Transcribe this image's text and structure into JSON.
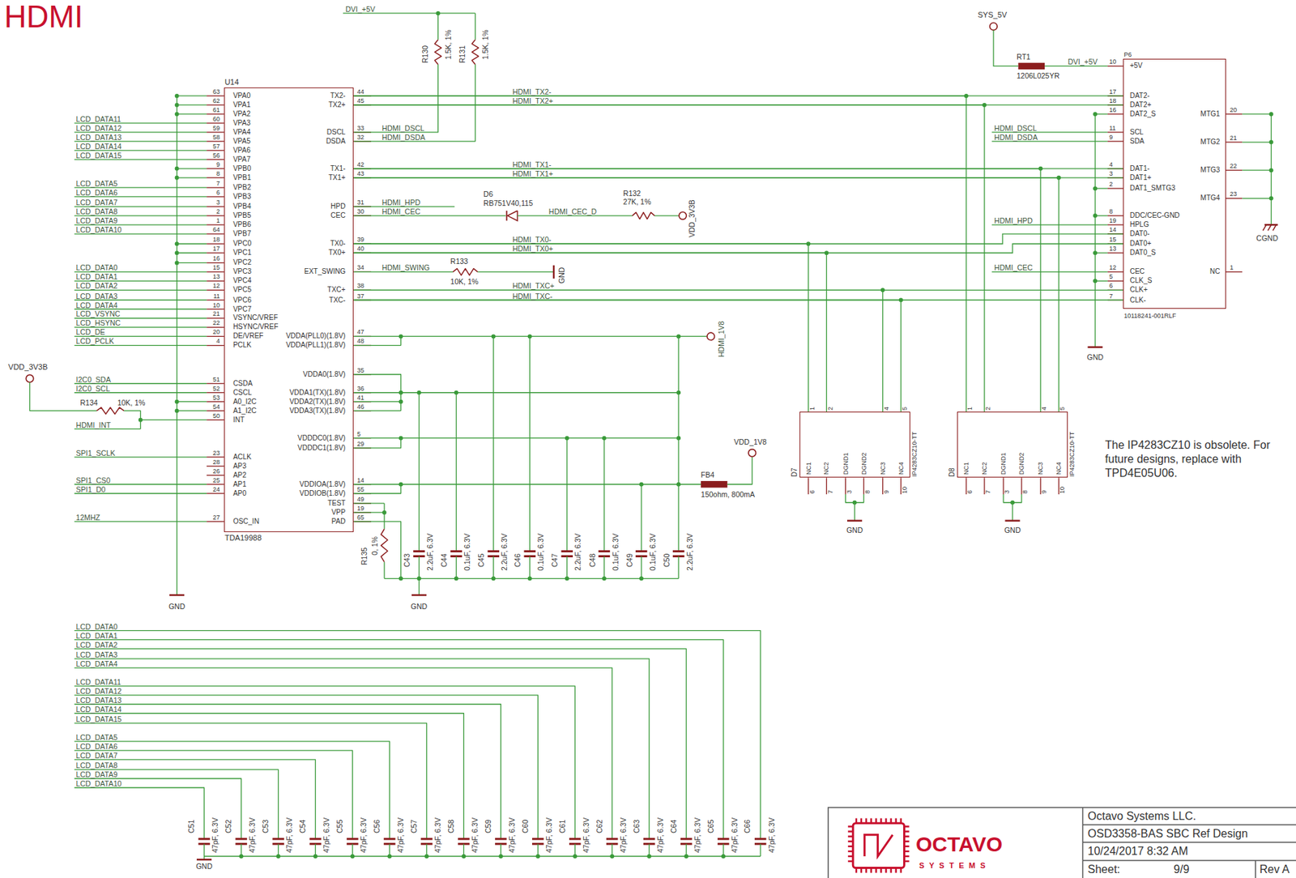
{
  "diagram": {
    "title": "HDMI",
    "nodes": [
      {
        "text": [
          "U14",
          "TDA19988"
        ]
      },
      {
        "text": [
          "P6",
          "10118241-001RLF"
        ]
      },
      {
        "text": [
          "D7",
          "IP4283CZ10-TT"
        ]
      },
      {
        "text": [
          "D8",
          "IP4283CZ10-TT"
        ]
      }
    ],
    "edges": [
      {
        "from": 0,
        "to": 1,
        "arrow": "none",
        "label": "HDMI_TX2-"
      },
      {
        "from": 0,
        "to": 1,
        "arrow": "none",
        "label": "HDMI_TX2+"
      },
      {
        "from": 0,
        "to": 1,
        "arrow": "none",
        "label": "HDMI_TX1-"
      },
      {
        "from": 0,
        "to": 1,
        "arrow": "none",
        "label": "HDMI_TX1+"
      },
      {
        "from": 0,
        "to": 1,
        "arrow": "none",
        "label": "HDMI_TX0-"
      },
      {
        "from": 0,
        "to": 1,
        "arrow": "none",
        "label": "HDMI_TX0+"
      },
      {
        "from": 0,
        "to": 1,
        "arrow": "none",
        "label": "HDMI_TXC+"
      },
      {
        "from": 0,
        "to": 1,
        "arrow": "none",
        "label": "HDMI_TXC-"
      },
      {
        "from": 0,
        "to": 3,
        "arrow": "none"
      },
      {
        "from": 0,
        "to": 3,
        "arrow": "none"
      },
      {
        "from": 0,
        "to": 3,
        "arrow": "none"
      },
      {
        "from": 0,
        "to": 3,
        "arrow": "none"
      },
      {
        "from": 0,
        "to": 2,
        "arrow": "none"
      },
      {
        "from": 0,
        "to": 2,
        "arrow": "none"
      },
      {
        "from": 0,
        "to": 2,
        "arrow": "none"
      },
      {
        "from": 0,
        "to": 2,
        "arrow": "none"
      }
    ],
    "labels": [
      "63",
      "VPA0",
      "62",
      "VPA1",
      "61",
      "VPA2",
      "60",
      "VPA3",
      "59",
      "VPA4",
      "58",
      "VPA5",
      "57",
      "VPA6",
      "56",
      "VPA7",
      "9",
      "VPB0",
      "8",
      "VPB1",
      "7",
      "VPB2",
      "6",
      "VPB3",
      "3",
      "VPB4",
      "2",
      "VPB5",
      "1",
      "VPB6",
      "64",
      "VPB7",
      "18",
      "VPC0",
      "17",
      "VPC1",
      "16",
      "VPC2",
      "15",
      "VPC3",
      "13",
      "VPC4",
      "12",
      "VPC5",
      "11",
      "VPC6",
      "10",
      "VPC7",
      "21",
      "VSYNC/VREF",
      "22",
      "HSYNC/VREF",
      "20",
      "DE/VREF",
      "4",
      "PCLK",
      "51",
      "CSDA",
      "52",
      "CSCL",
      "53",
      "A0_I2C",
      "54",
      "A1_I2C",
      "50",
      "INT",
      "23",
      "ACLK",
      "28",
      "AP3",
      "26",
      "AP2",
      "25",
      "AP1",
      "24",
      "AP0",
      "27",
      "OSC_IN",
      "44",
      "TX2-",
      "45",
      "TX2+",
      "33",
      "DSCL",
      "32",
      "DSDA",
      "42",
      "TX1-",
      "43",
      "TX1+",
      "31",
      "HPD",
      "30",
      "CEC",
      "39",
      "TX0-",
      "40",
      "TX0+",
      "34",
      "EXT_SWING",
      "38",
      "TXC+",
      "37",
      "TXC-",
      "47",
      "VDDA(PLL0)(1.8V)",
      "48",
      "VDDA(PLL1)(1.8V)",
      "35",
      "VDDA0(1.8V)",
      "36",
      "VDDA1(TX)(1.8V)",
      "41",
      "VDDA2(TX)(1.8V)",
      "46",
      "VDDA3(TX)(1.8V)",
      "5",
      "VDDDC0(1.8V)",
      "29",
      "VDDDC1(1.8V)",
      "14",
      "VDDIOA(1.8V)",
      "55",
      "VDDIOB(1.8V)",
      "49",
      "TEST",
      "19",
      "VPP",
      "65",
      "PAD",
      "10",
      "+5V",
      "17",
      "DAT2-",
      "18",
      "DAT2+",
      "16",
      "DAT2_S",
      "11",
      "SCL",
      "9",
      "SDA",
      "4",
      "DAT1-",
      "3",
      "DAT1+",
      "2",
      "DAT1_SMTG3",
      "8",
      "DDC/CEC-GND",
      "19",
      "HPLG",
      "14",
      "DAT0-",
      "15",
      "DAT0+",
      "13",
      "DAT0_S",
      "12",
      "CEC",
      "5",
      "CLK_S",
      "6",
      "CLK+",
      "7",
      "CLK-",
      "20",
      "MTG1",
      "21",
      "MTG2",
      "22",
      "MTG3",
      "23",
      "MTG4",
      "1",
      "NC",
      "1",
      "2",
      "4",
      "5",
      "6",
      "7",
      "3",
      "8",
      "9",
      "10",
      "NC1",
      "NC2",
      "DGND1",
      "DGND2",
      "NC3",
      "NC4",
      "1",
      "2",
      "4",
      "5",
      "6",
      "7",
      "3",
      "8",
      "9",
      "10",
      "NC1",
      "NC2",
      "DGND1",
      "DGND2",
      "NC3",
      "NC4",
      "LCD_DATA11",
      "LCD_DATA12",
      "LCD_DATA13",
      "LCD_DATA14",
      "LCD_DATA15",
      "LCD_DATA5",
      "LCD_DATA6",
      "LCD_DATA7",
      "LCD_DATA8",
      "LCD_DATA9",
      "LCD_DATA10",
      "LCD_DATA0",
      "LCD_DATA1",
      "LCD_DATA2",
      "LCD_DATA3",
      "LCD_DATA4",
      "LCD_VSYNC",
      "LCD_HSYNC",
      "LCD_DE",
      "LCD_PCLK",
      "I2C0_SDA",
      "I2C0_SCL",
      "HDMI_INT",
      "SPI1_SCLK",
      "SPI1_CS0",
      "SPI1_D0",
      "12MHZ",
      "VDD_3V3B",
      "R134",
      "10K, 1%",
      "DVI_+5V",
      "R130",
      "1.5K, 1%",
      "R131",
      "1.5K, 1%",
      "SYS_5V",
      "RT1",
      "1206L025YR",
      "DVI_+5V",
      "HDMI_DSCL",
      "HDMI_DSDA",
      "HDMI_HPD",
      "HDMI_CEC",
      "D6",
      "RB751V40,115",
      "HDMI_CEC_D",
      "R132",
      "27K, 1%",
      "VDD_3V3B",
      "HDMI_SWING",
      "R133",
      "10K, 1%",
      "GND",
      "HDMI_1V8",
      "VDD_1V8",
      "FB4",
      "150ohm, 800mA",
      "R135",
      "0, 1%",
      "C43",
      "2.2uF, 6.3V",
      "C44",
      "0.1uF, 6.3V",
      "C45",
      "2.2uF, 6.3V",
      "C46",
      "0.1uF, 6.3V",
      "C47",
      "2.2uF, 6.3V",
      "C48",
      "0.1uF, 6.3V",
      "C49",
      "0.1uF, 6.3V",
      "C50",
      "2.2uF, 6.3V",
      "GND",
      "GND",
      "HDMI_DSCL",
      "HDMI_DSDA",
      "HDMI_HPD",
      "HDMI_CEC",
      "GND",
      "CGND",
      "GND",
      "GND",
      "The IP4283CZ10 is obsolete. For future designs, replace with TPD4E05U06.",
      "LCD_DATA0",
      "LCD_DATA1",
      "LCD_DATA2",
      "LCD_DATA3",
      "LCD_DATA4",
      "LCD_DATA11",
      "LCD_DATA12",
      "LCD_DATA13",
      "LCD_DATA14",
      "LCD_DATA15",
      "LCD_DATA5",
      "LCD_DATA6",
      "LCD_DATA7",
      "LCD_DATA8",
      "LCD_DATA9",
      "LCD_DATA10",
      "C51",
      "47pF, 6.3V",
      "C52",
      "47pF, 6.3V",
      "C53",
      "47pF, 6.3V",
      "C54",
      "47pF, 6.3V",
      "C55",
      "47pF, 6.3V",
      "C56",
      "47pF, 6.3V",
      "C57",
      "47pF, 6.3V",
      "C58",
      "47pF, 6.3V",
      "C59",
      "47pF, 6.3V",
      "C60",
      "47pF, 6.3V",
      "C61",
      "47pF, 6.3V",
      "C62",
      "47pF, 6.3V",
      "C63",
      "47pF, 6.3V",
      "C64",
      "47pF, 6.3V",
      "C65",
      "47pF, 6.3V",
      "C66",
      "47pF, 6.3V",
      "GND",
      "Octavo Systems LLC.",
      "OSD3358-BAS SBC Ref Design",
      "10/24/2017 8:32 AM",
      "Sheet:",
      "9/9",
      "Rev A",
      "OCTAVO",
      "SYSTEMS"
    ]
  }
}
